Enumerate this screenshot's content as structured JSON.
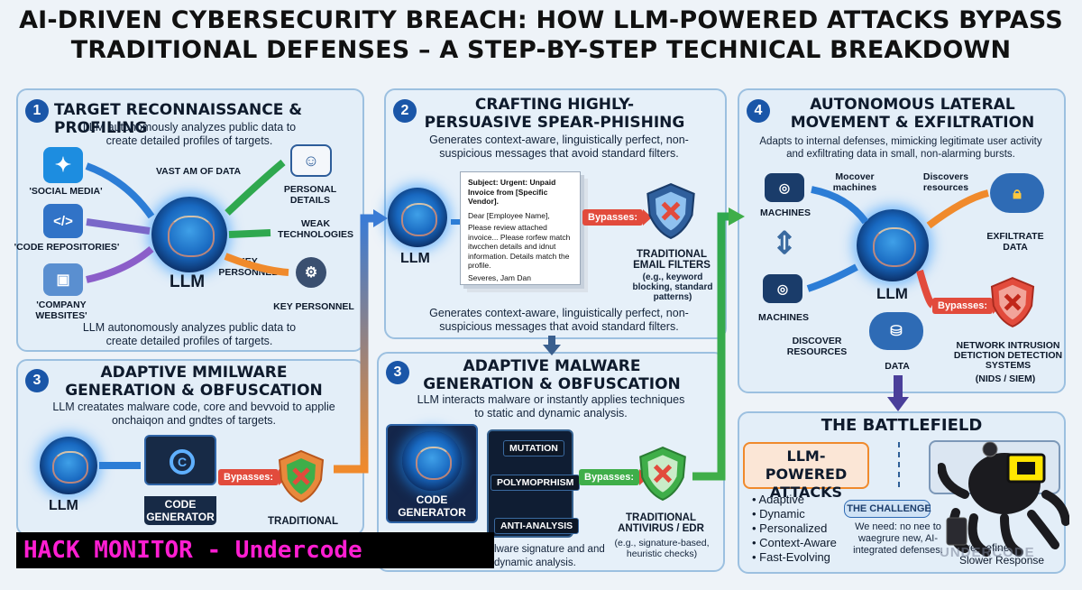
{
  "title": {
    "line1": "AI-DRIVEN CYBERSECURITY BREACH: HOW LLM-POWERED ATTACKS BYPASS",
    "line2": "TRADITIONAL DEFENSES – A STEP-BY-STEP TECHNICAL BREAKDOWN"
  },
  "step1": {
    "num": "1",
    "heading": "TARGET RECONNAISSANCE & PROFILING",
    "desc_top": "LLM autonomously analyzes public data to create detailed profiles of targets.",
    "data_label": "VAST AM OF DATA",
    "sources": [
      "'SOCIAL MEDIA'",
      "'CODE REPOSITORIES'",
      "'COMPANY WEBSITES'"
    ],
    "llm": "LLM",
    "outputs": [
      "PERSONAL DETAILS",
      "WEAK TECHNOLOGIES",
      "KEY PERSONNEL"
    ],
    "key_personnel": "KEY PERSONNEL",
    "desc_bottom": "LLM autonomously analyzes public data to create detailed profiles of targets."
  },
  "step2": {
    "num": "2",
    "heading": "CRAFTING HIGHLY-PERSUASIVE SPEAR-PHISHING",
    "desc_top": "Generates context-aware, linguistically perfect, non-suspicious messages that avoid standard filters.",
    "llm": "LLM",
    "email_subject": "Subject: Urgent: Unpaid Invoice from [Specific Vendor].",
    "email_greeting": "Dear [Employee Name],",
    "email_body": "Please review attached invoice... Please rorfew match itwcchen details and idnut information. Details match the profile.",
    "email_sign": "Severes, Jam Dan",
    "bypass": "Bypasses:",
    "filter_title": "TRADITIONAL EMAIL FILTERS",
    "filter_sub": "(e.g., keyword blocking, standard patterns)",
    "desc_bottom": "Generates context-aware, linguistically perfect, non-suspicious messages that avoid standard filters."
  },
  "step3a": {
    "num": "3",
    "heading": "ADAPTIVE MMILWARE GENERATION & OBFUSCATION",
    "desc": "LLM creatates malware code, core and bevvoid to applie onchaiqon and gndtes of targets.",
    "llm": "LLM",
    "generator": "CODE GENERATOR",
    "bypass": "Bypasses:",
    "defense": "TRADITIONAL"
  },
  "step3b": {
    "num": "3",
    "heading": "ADAPTIVE MALWARE GENERATION & OBFUSCATION",
    "desc": "LLM interacts malware or instantly applies techniques to static and dynamic analysis.",
    "generator": "CODE GENERATOR",
    "tags": [
      "MUTATION",
      "POLYMOPRHISM",
      "ANTI-ANALYSIS"
    ],
    "bypass": "Bypasses:",
    "defense_title": "TRADITIONAL ANTIVIRUS / EDR",
    "defense_sub": "(e.g., signature-based, heuristic checks)",
    "bottom_text": "lware signature and and dynamic analysis."
  },
  "step4": {
    "num": "4",
    "heading": "AUTONOMOUS LATERAL MOVEMENT & EXFILTRATION",
    "desc": "Adapts to internal defenses, mimicking legitimate user activity and exfiltrating data in small, non-alarming bursts.",
    "machines1": "MACHINES",
    "machines2": "MACHINES",
    "moover": "Mocover machines",
    "discovers": "Discovers resources",
    "exfiltrate": "EXFILTRATE DATA",
    "llm": "LLM",
    "bypass": "Bypasses:",
    "discover_resources": "DISCOVER RESOURCES",
    "data": "DATA",
    "network": "NETWORK INTRUSION DETICTION DETECTION SYSTEMS",
    "network_sub": "(NIDS / SIEM)"
  },
  "battlefield": {
    "heading": "THE BATTLEFIELD",
    "llm_box": "LLM-POWERED ATTACKS",
    "traits": [
      "• Adaptive",
      "• Dynamic",
      "• Personalized",
      "• Context-Aware",
      "• Fast-Evolving"
    ],
    "challenge": "THE CHALLENGE",
    "need": "We need: no nee to waegrure new, AI-integrated defenses.",
    "right_items": [
      "Pre-befined",
      "Slower Response"
    ],
    "watermark": "UNDERCODE"
  },
  "banner": "HACK MONITOR - Undercode",
  "colors": {
    "accent_blue": "#1a56a8",
    "bypass_red": "#e24b3c",
    "banner_text": "#ff1ed2",
    "arrow_green": "#3fae49",
    "arrow_orange": "#f08a2c"
  }
}
